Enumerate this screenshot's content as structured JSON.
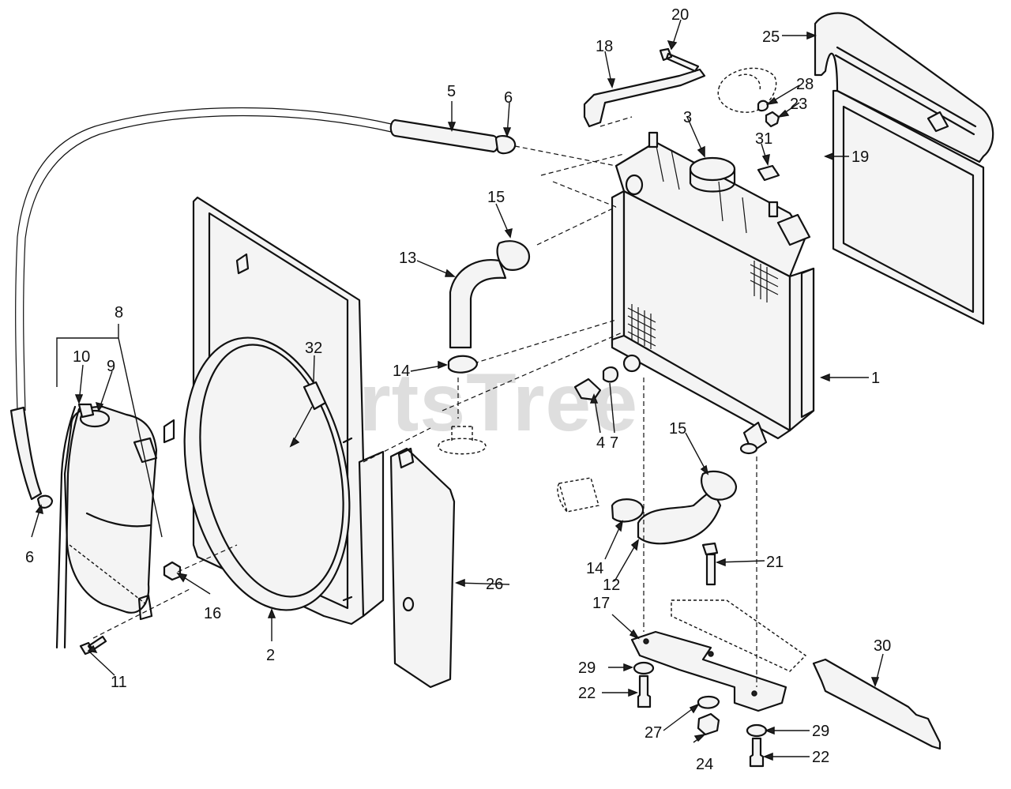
{
  "watermark": {
    "text": "PartsTree",
    "trademark": "™"
  },
  "callouts": [
    {
      "id": "c1",
      "label": "1"
    },
    {
      "id": "c2",
      "label": "2"
    },
    {
      "id": "c3",
      "label": "3"
    },
    {
      "id": "c4",
      "label": "4"
    },
    {
      "id": "c5",
      "label": "5"
    },
    {
      "id": "c6a",
      "label": "6"
    },
    {
      "id": "c6b",
      "label": "6"
    },
    {
      "id": "c7",
      "label": "7"
    },
    {
      "id": "c8",
      "label": "8"
    },
    {
      "id": "c9",
      "label": "9"
    },
    {
      "id": "c10",
      "label": "10"
    },
    {
      "id": "c11",
      "label": "11"
    },
    {
      "id": "c12",
      "label": "12"
    },
    {
      "id": "c13",
      "label": "13"
    },
    {
      "id": "c14a",
      "label": "14"
    },
    {
      "id": "c14b",
      "label": "14"
    },
    {
      "id": "c15a",
      "label": "15"
    },
    {
      "id": "c15b",
      "label": "15"
    },
    {
      "id": "c16",
      "label": "16"
    },
    {
      "id": "c17",
      "label": "17"
    },
    {
      "id": "c18",
      "label": "18"
    },
    {
      "id": "c19",
      "label": "19"
    },
    {
      "id": "c20",
      "label": "20"
    },
    {
      "id": "c21",
      "label": "21"
    },
    {
      "id": "c22a",
      "label": "22"
    },
    {
      "id": "c22b",
      "label": "22"
    },
    {
      "id": "c23",
      "label": "23"
    },
    {
      "id": "c24",
      "label": "24"
    },
    {
      "id": "c25",
      "label": "25"
    },
    {
      "id": "c26",
      "label": "26"
    },
    {
      "id": "c27",
      "label": "27"
    },
    {
      "id": "c28",
      "label": "28"
    },
    {
      "id": "c29a",
      "label": "29"
    },
    {
      "id": "c29b",
      "label": "29"
    },
    {
      "id": "c30",
      "label": "30"
    },
    {
      "id": "c31",
      "label": "31"
    },
    {
      "id": "c32",
      "label": "32"
    }
  ]
}
